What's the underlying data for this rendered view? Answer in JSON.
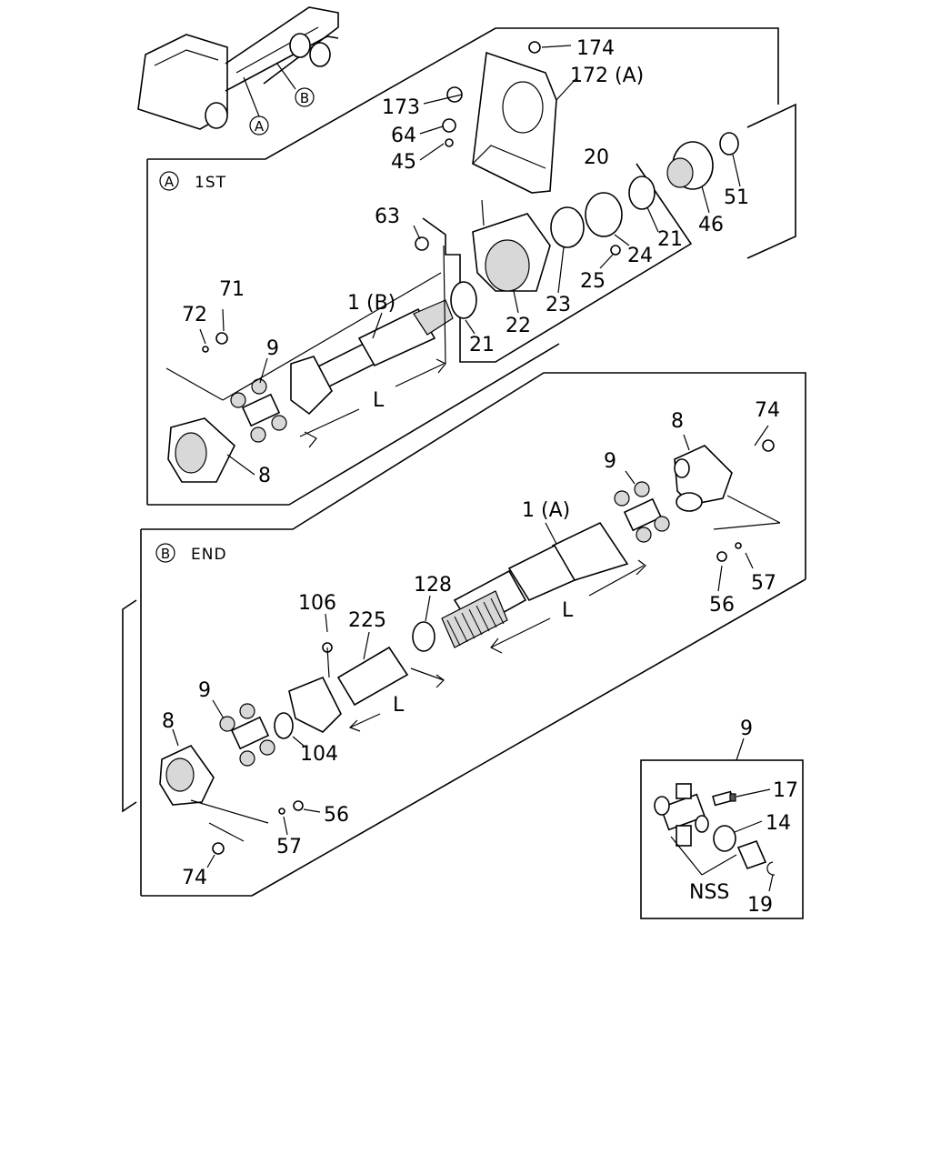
{
  "panels": {
    "first": {
      "marker": "A",
      "title": "1ST"
    },
    "end": {
      "marker": "B",
      "title": "END"
    }
  },
  "truck": {
    "marker_a": "A",
    "marker_b": "B"
  },
  "labels": {
    "p174": "174",
    "p172a": "172 (A)",
    "p173": "173",
    "p64": "64",
    "p45": "45",
    "p20": "20",
    "p63": "63",
    "p51": "51",
    "p46": "46",
    "p21_right": "21",
    "p24": "24",
    "p25": "25",
    "p23": "23",
    "p22": "22",
    "p21_left": "21",
    "p1b": "1 (B)",
    "p71": "71",
    "p72": "72",
    "p9_first": "9",
    "p8_first": "8",
    "L_first": "L",
    "p8_end_right": "8",
    "p74_right": "74",
    "p9_end_right": "9",
    "p1a": "1 (A)",
    "p57_right": "57",
    "p56_right": "56",
    "L_end_long": "L",
    "p128": "128",
    "p106": "106",
    "p225": "225",
    "p9_end_left": "9",
    "p8_end_left": "8",
    "p104": "104",
    "L_end_short": "L",
    "p56_left": "56",
    "p57_left": "57",
    "p74_left": "74"
  },
  "detail": {
    "ref": "9",
    "p17": "17",
    "p14": "14",
    "nss": "NSS",
    "p19": "19"
  }
}
